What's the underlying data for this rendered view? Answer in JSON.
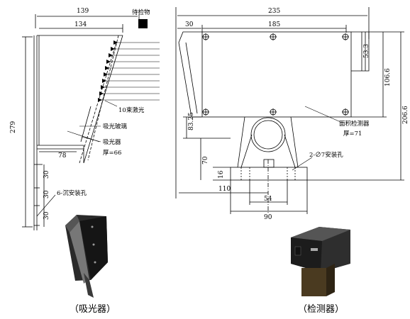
{
  "absorber": {
    "width_total": "139",
    "width_inner": "134",
    "height_total": "279",
    "bottom_width": "78",
    "spacing_1": "30",
    "spacing_2": "30",
    "spacing_3": "30",
    "object_label": "待检物",
    "laser_label": "10束激光",
    "glass_label": "吸光玻璃",
    "absorber_label": "吸光器",
    "thickness_label": "厚=66",
    "hole_label": "6-沉安装孔",
    "caption": "（吸光器）"
  },
  "detector": {
    "width_total": "235",
    "offset_left": "30",
    "hole_spacing": "185",
    "dim_53": "53.3",
    "dim_106": "106.6",
    "dim_206": "206.6",
    "dim_83": "83.25",
    "dim_70": "70",
    "dim_16": "16",
    "base_110": "110",
    "base_54": "54",
    "base_90": "90",
    "area_label": "面积检测器",
    "thickness_label": "厚=71",
    "hole_label": "2-∅7安装孔",
    "caption": "（检测器）"
  }
}
